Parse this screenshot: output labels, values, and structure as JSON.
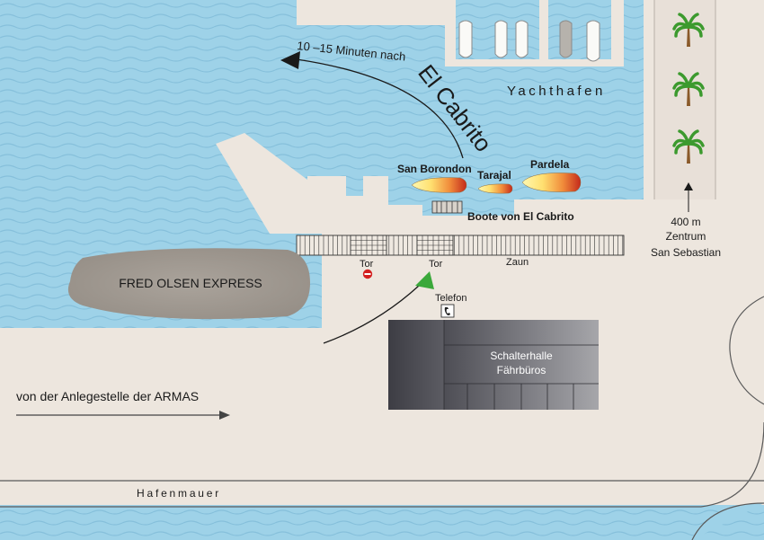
{
  "labels": {
    "route_prefix": "10 –15 Minuten nach",
    "route_destination": "El Cabrito",
    "marina": "Yachthafen",
    "boat_san_borondon": "San Borondon",
    "boat_tarajal": "Tarajal",
    "boat_pardela": "Pardela",
    "boats_caption": "Boote von El Cabrito",
    "gate_left": "Tor",
    "gate_right": "Tor",
    "fence": "Zaun",
    "ferry": "FRED OLSEN EXPRESS",
    "phone": "Telefon",
    "hall_line1": "Schalterhalle",
    "hall_line2": "Fährbüros",
    "center_distance": "400 m",
    "center_line1": "Zentrum",
    "center_line2": "San Sebastian",
    "armas": "von der Anlegestelle der ARMAS",
    "harbour_wall": "Hafenmauer"
  },
  "icons": {
    "phone": "telephone-icon",
    "no_entry": "no-entry-icon",
    "palm": "palm-tree-icon",
    "entrance_arrow": "arrow-up-icon"
  },
  "colors": {
    "water": "#9ed2e8",
    "land": "#ede6de",
    "ferry": "#a29b93",
    "building": "#747478",
    "no_entry": "#d32020",
    "entrance_arrow": "#3aa83a"
  }
}
